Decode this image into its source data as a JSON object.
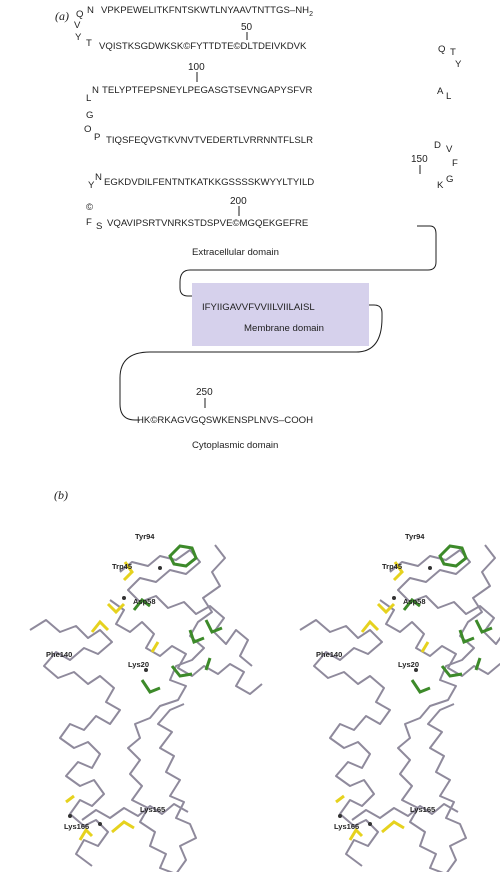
{
  "panel_a": {
    "label": "(a)",
    "line1": "VPKPEWELITKFNTSKWTLNYAAVTNTTGS–NH",
    "line1_sub": "2",
    "line1_turn": [
      "Q",
      "N"
    ],
    "line1_left": [
      "V",
      "Y",
      "T"
    ],
    "num50": "50",
    "line2": "VQISTKSGDWKSK©FYTTDTE©DLTDEIVKDVK",
    "line2_right": [
      "Q",
      "T",
      "Y"
    ],
    "num100": "100",
    "line3": "TELYPTFEPSNEYLPEGASGTSEVNGAPYSFVR",
    "line3_right": [
      "A",
      "L"
    ],
    "line3_left": [
      "L",
      "N",
      "G",
      "O",
      "P"
    ],
    "line4": "TIQSFEQVGTKVNVTVEDERTLVRRNNTFLSLR",
    "line4_right": [
      "D",
      "V",
      "F"
    ],
    "num150": "150",
    "line5": "EGKDVDILFENTNTKATKKGSSSSKWYYLTYILD",
    "line5_right": [
      "K",
      "G"
    ],
    "line5_left": [
      "Y",
      "N",
      "©",
      "F",
      "S"
    ],
    "num200": "200",
    "line6": "VQAVIPSRTVNRKSTDSPVE©MGQEKGEFRE",
    "extracellular_label": "Extracellular domain",
    "membrane_seq": "IFYIIGAVVFVVIILVIILAISL",
    "membrane_label": "Membrane domain",
    "num250": "250",
    "cyto_seq": "HK©RKAGVGQSWKENSPLNVS–COOH",
    "cyto_label": "Cytoplasmic domain",
    "membrane_fill": "#d6d1ec"
  },
  "panel_b": {
    "label": "(b)",
    "residues": [
      "Tyr94",
      "Trp45",
      "Asp58",
      "Phe140",
      "Lys20",
      "Lys166",
      "Lys165"
    ],
    "backbone_color": "#8f8a9c",
    "yellow": "#e6d21e",
    "green": "#3d8a2a"
  }
}
